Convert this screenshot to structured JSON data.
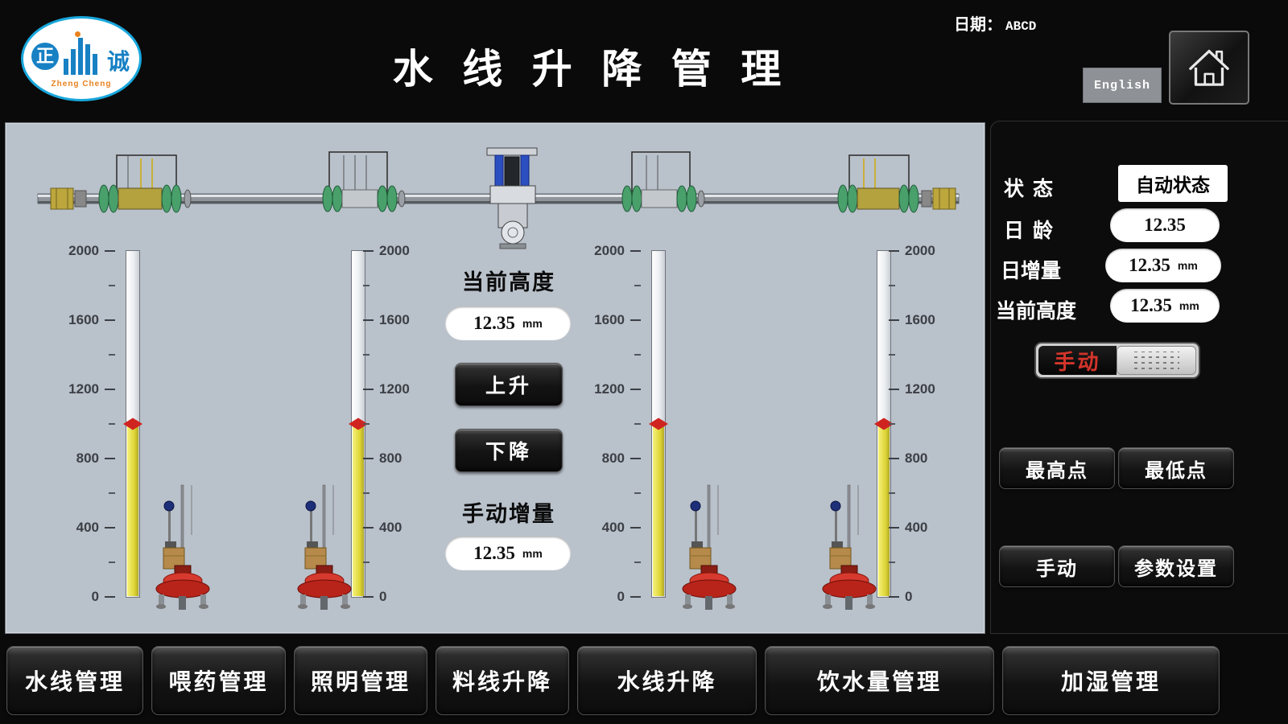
{
  "header": {
    "title": "水 线 升 降 管 理",
    "date_label": "日期：",
    "date_value": "ABCD",
    "english_button": "English",
    "logo": {
      "cn_left": "正",
      "cn_right": "诚",
      "sub": "Zheng Cheng"
    }
  },
  "main": {
    "current_height_label": "当前高度",
    "current_height_value": "12.35",
    "up_button": "上升",
    "down_button": "下降",
    "manual_increment_label": "手动增量",
    "manual_increment_value": "12.35",
    "unit": "mm"
  },
  "gauges": {
    "tick_labels": [
      "2000",
      "1600",
      "1200",
      "800",
      "400",
      "0"
    ],
    "min": 0,
    "max": 2000,
    "value": 1000,
    "count": 4
  },
  "sidebar": {
    "status_label": "状 态",
    "status_value": "自动状态",
    "age_label": "日 龄",
    "age_value": "12.35",
    "daily_increment_label": "日增量",
    "daily_increment_value": "12.35",
    "current_height_label": "当前高度",
    "current_height_value": "12.35",
    "unit": "mm",
    "toggle_label": "手动",
    "highest_button": "最高点",
    "lowest_button": "最低点",
    "manual_button": "手动",
    "settings_button": "参数设置"
  },
  "bottom_nav": {
    "items": [
      "水线管理",
      "喂药管理",
      "照明管理",
      "料线升降",
      "水线升降",
      "饮水量管理",
      "加湿管理"
    ]
  }
}
